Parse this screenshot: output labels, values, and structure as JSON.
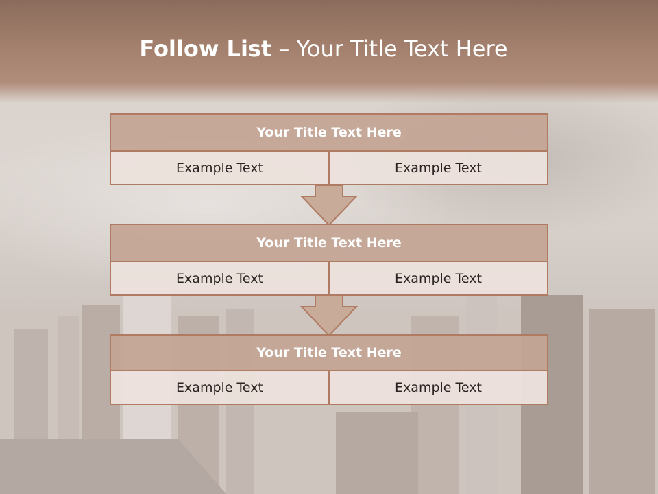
{
  "slide": {
    "title_bold": "Follow List",
    "title_rest": " – Your Title Text Here"
  },
  "blocks": [
    {
      "heading": "Your Title Text Here",
      "left": "Example Text",
      "right": "Example Text"
    },
    {
      "heading": "Your Title Text Here",
      "left": "Example Text",
      "right": "Example Text"
    },
    {
      "heading": "Your Title Text Here",
      "left": "Example Text",
      "right": "Example Text"
    }
  ],
  "colors": {
    "header": "#a3806d",
    "box_fill": "#c4a594",
    "box_border": "#b07b63",
    "cell_fill": "#ece1dc",
    "arrow_fill": "#c9ab9a"
  }
}
